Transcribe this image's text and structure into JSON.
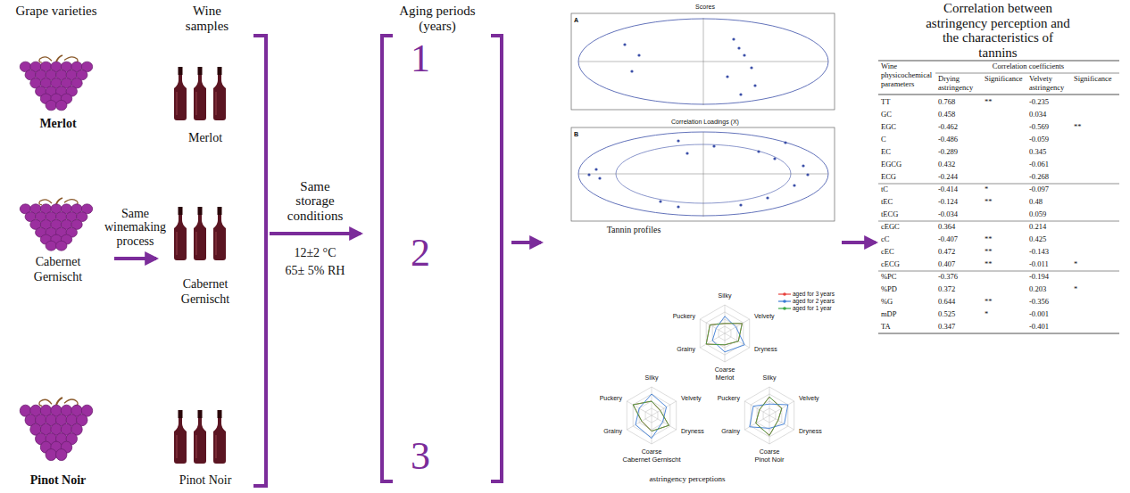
{
  "diagram": {
    "nodes": [
      {
        "text": [
          "Merlot"
        ]
      },
      {
        "text": [
          "Cabernet Gernischt"
        ]
      },
      {
        "text": [
          "Pinot Noir"
        ]
      },
      {
        "text": [
          "Merlot"
        ]
      },
      {
        "text": [
          "Cabernet Gernischt"
        ]
      },
      {
        "text": [
          "Pinot Noir"
        ]
      },
      {
        "text": [
          "1",
          "2",
          "3"
        ]
      },
      {
        "text": [
          "A",
          "Scores",
          "B",
          "Correlation Loadings (X)",
          "Tannin profiles"
        ]
      },
      {
        "text": [
          "Silky",
          "Velvety",
          "Dryness",
          "Coarse",
          "Grainy",
          "Puckery",
          "Merlot",
          "Silky",
          "Velvety",
          "Dryness",
          "Coarse",
          "Grainy",
          "Puckery",
          "Cabernet Gernischt",
          "Silky",
          "Velvety",
          "Dryness",
          "Coarse",
          "Grainy",
          "Puckery",
          "Pinot Noir",
          "astringency perceptions"
        ]
      },
      {
        "text": [
          "Wine physicochemical parameters",
          "Correlation coefficients",
          "Drying astringency",
          "Significance",
          "Velvety astringency",
          "Significance",
          "TT",
          "0.768",
          "**",
          "-0.235",
          "GC",
          "0.458",
          "0.034",
          "EGC",
          "-0.462",
          "-0.569",
          "**",
          "C",
          "-0.486",
          "-0.059",
          "EC",
          "-0.289",
          "0.345",
          "EGCG",
          "0.432",
          "-0.061",
          "ECG",
          "-0.244",
          "-0.268",
          "tC",
          "-0.414",
          "*",
          "-0.097",
          "tEC",
          "-0.124",
          "**",
          "0.48",
          "tECG",
          "-0.034",
          "0.059",
          "cEGC",
          "0.364",
          "0.214",
          "cC",
          "-0.407",
          "**",
          "0.425",
          "cEC",
          "0.472",
          "**",
          "-0.143",
          "cECG",
          "0.407",
          "**",
          "-0.011",
          "*",
          "%PC",
          "-0.376",
          "-0.194",
          "%PD",
          "0.372",
          "0.203",
          "*",
          "%G",
          "0.644",
          "**",
          "-0.356",
          "mDP",
          "0.525",
          "*",
          "-0.001",
          "TA",
          "0.347",
          "-0.401"
        ]
      }
    ],
    "edges": [
      {
        "from": 1,
        "to": 4,
        "arrow": "to",
        "label": "Same winemaking process"
      },
      {
        "from": 4,
        "to": 6,
        "arrow": "to",
        "label": "Same storage conditions"
      },
      {
        "from": 6,
        "to": 7,
        "arrow": "to"
      },
      {
        "from": 7,
        "to": 9,
        "arrow": "to"
      }
    ],
    "labels": [
      "Grape varieties",
      "Wine samples",
      "Aging periods (years)",
      "Correlation between astringency perception and the characteristics of tannins",
      "12±2 °C",
      "65± 5% RH"
    ],
    "legend": [
      {
        "text": "aged for 3 years",
        "color": "#e8413c"
      },
      {
        "text": "aged for 2 years",
        "color": "#3a7bd5"
      },
      {
        "text": "aged for 1 year",
        "color": "#3aa845"
      }
    ]
  }
}
